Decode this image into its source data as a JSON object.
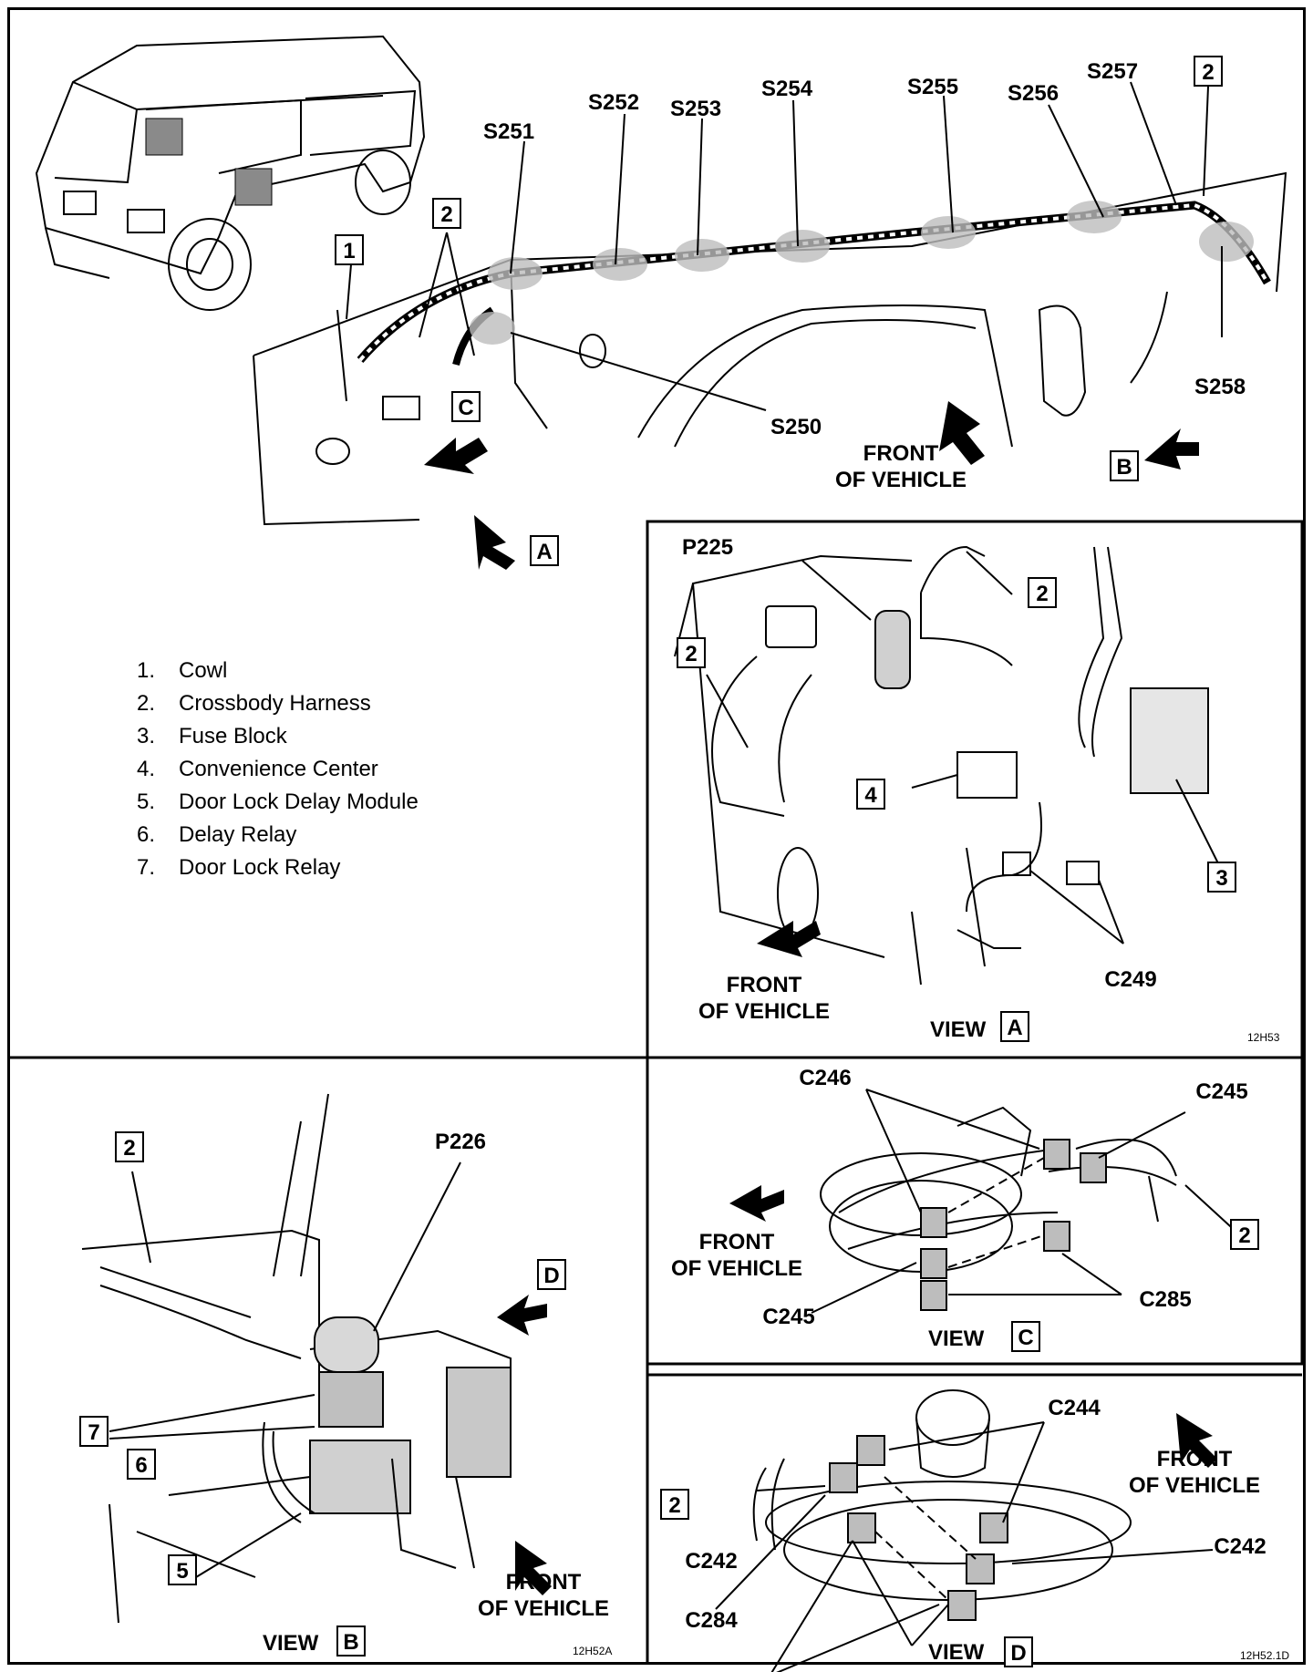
{
  "overview": {
    "splices": [
      "S251",
      "S252",
      "S253",
      "S254",
      "S255",
      "S256",
      "S257",
      "S258",
      "S250"
    ],
    "callouts": [
      "1",
      "2",
      "2"
    ],
    "view_markers": [
      "A",
      "B",
      "C"
    ],
    "front_text": [
      "FRONT",
      "OF VEHICLE"
    ]
  },
  "legend": [
    {
      "num": "1.",
      "text": "Cowl"
    },
    {
      "num": "2.",
      "text": "Crossbody Harness"
    },
    {
      "num": "3.",
      "text": "Fuse Block"
    },
    {
      "num": "4.",
      "text": "Convenience Center"
    },
    {
      "num": "5.",
      "text": "Door Lock Delay Module"
    },
    {
      "num": "6.",
      "text": "Delay Relay"
    },
    {
      "num": "7.",
      "text": "Door Lock Relay"
    }
  ],
  "view_a": {
    "labels": [
      "P225",
      "C249"
    ],
    "callouts": [
      "2",
      "2",
      "4",
      "3"
    ],
    "front_text": [
      "FRONT",
      "OF VEHICLE"
    ],
    "view_word": "VIEW",
    "view_letter": "A",
    "figure_code": "12H53"
  },
  "view_b": {
    "labels": [
      "P226"
    ],
    "callouts": [
      "2",
      "7",
      "6",
      "5"
    ],
    "marker": "D",
    "front_text": [
      "FRONT",
      "OF VEHICLE"
    ],
    "view_word": "VIEW",
    "view_letter": "B",
    "figure_code": "12H52A"
  },
  "view_c": {
    "labels": [
      "C246",
      "C245",
      "C245",
      "C285"
    ],
    "callouts": [
      "2"
    ],
    "front_text": [
      "FRONT",
      "OF VEHICLE"
    ],
    "view_word": "VIEW",
    "view_letter": "C"
  },
  "view_d": {
    "labels": [
      "C244",
      "C242",
      "C242",
      "C284"
    ],
    "callouts": [
      "2"
    ],
    "front_text": [
      "FRONT",
      "OF VEHICLE"
    ],
    "view_word": "VIEW",
    "view_letter": "D",
    "figure_code": "12H52.1D"
  }
}
